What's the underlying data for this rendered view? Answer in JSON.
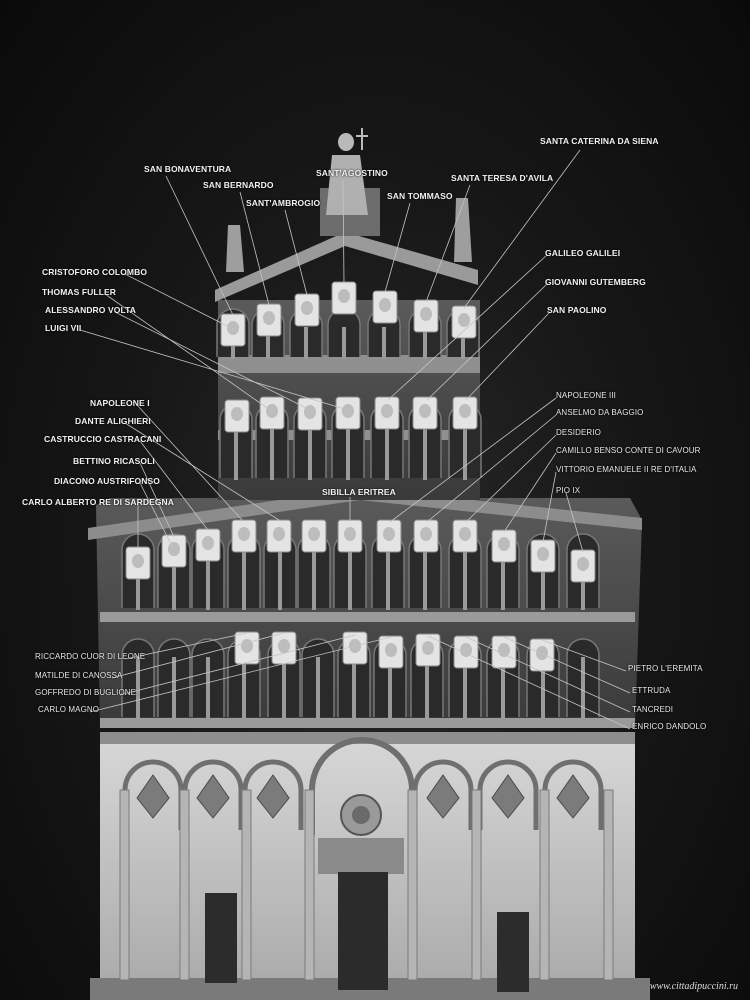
{
  "labels": {
    "san_bonaventura": "SAN BONAVENTURA",
    "san_bernardo": "SAN BERNARDO",
    "santambrogio": "SANT'AMBROGIO",
    "santagostino": "SANT'AGOSTINO",
    "san_tommaso": "SAN TOMMASO",
    "santa_teresa": "SANTA TERESA D'AVILA",
    "santa_caterina": "SANTA CATERINA DA SIENA",
    "cristoforo_colombo": "CRISTOFORO COLOMBO",
    "thomas_fuller": "THOMAS FULLER",
    "alessandro_volta": "ALESSANDRO VOLTA",
    "luigi_vii": "LUIGI VII",
    "galileo_galilei": "GALILEO GALILEI",
    "giovanni_gutemberg": "GIOVANNI GUTEMBERG",
    "san_paolino": "SAN PAOLINO",
    "napoleone_i": "NAPOLEONE I",
    "dante_alighieri": "DANTE ALIGHIERI",
    "castruccio_castracani": "CASTRUCCIO CASTRACANI",
    "bettino_ricasoli": "BETTINO RICASOLI",
    "diacono_austrifonso": "DIACONO AUSTRIFONSO",
    "carlo_alberto": "CARLO ALBERTO RE DI SARDEGNA",
    "sibilla_eritrea": "SIBILLA ERITREA",
    "napoleone_iii": "NAPOLEONE III",
    "anselmo_da_baggio": "ANSELMO DA BAGGIO",
    "desiderio": "DESIDERIO",
    "camillo_cavour": "CAMILLO BENSO CONTE DI CAVOUR",
    "vittorio_emanuele": "VITTORIO EMANUELE II RE D'ITALIA",
    "pio_ix": "PIO IX",
    "riccardo": "RICCARDO CUOR DI LEONE",
    "matilde": "MATILDE DI CANOSSA",
    "goffredo": "GOFFREDO DI BUGLIONE",
    "carlo_magno": "CARLO MAGNO",
    "pietro_eremita": "PIETRO L'EREMITA",
    "ettruda": "ETTRUDA",
    "tancredi": "TANCREDI",
    "enrico_dandolo": "ENRICO DANDOLO"
  },
  "watermark": "www.cittadipuccini.ru",
  "colors": {
    "background": "#141414",
    "stone": "#cfcfcf",
    "label": "#f2f2f2",
    "leader": "#bdbdbd"
  }
}
